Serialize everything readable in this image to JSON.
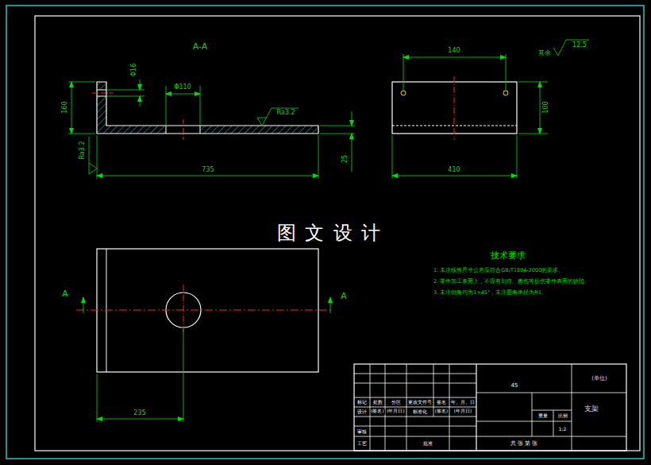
{
  "diagram": {
    "labels": [
      "A-A",
      "Φ16",
      "Φ110",
      "160",
      "Ra3.2",
      "Ra3.2",
      "735",
      "25",
      "140",
      "12.5",
      "其余",
      "100",
      "410",
      "图 文 设 计",
      "A",
      "A",
      "235",
      "技术要求",
      "1. 未注线性尺寸公差应符合GB/T1804-2000的要求。",
      "2. 零件加工表面上，不应有划痕、擦伤等损伤零件表面的缺陷。",
      "3. 未注倒角均为1×45°，未注圆角半径为R1。",
      "标记",
      "处数",
      "分区",
      "更改文件号",
      "签名",
      "年、月、日",
      "设计",
      "(签名)",
      "(年月日)",
      "标准化",
      "(签名)",
      "(年月日)",
      "审核",
      "工艺",
      "批准",
      "45",
      "(单位)",
      "支架",
      "重量",
      "比例",
      "1:2",
      "共 张 第 张"
    ]
  }
}
